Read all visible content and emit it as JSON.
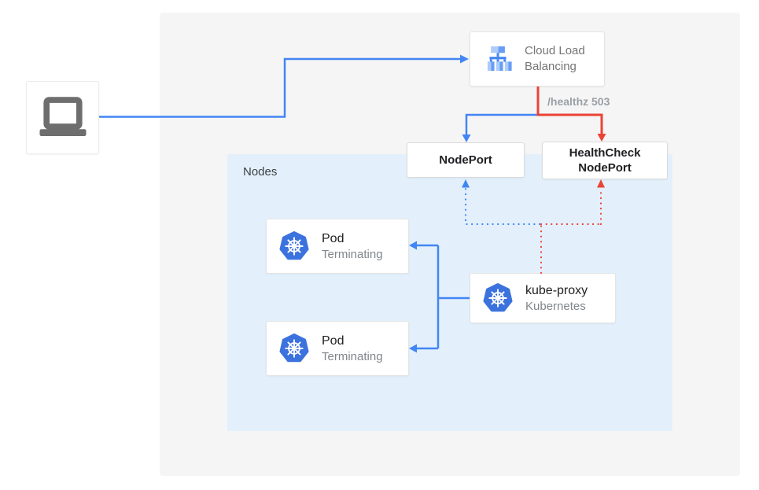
{
  "diagram": {
    "nodes_panel_label": "Nodes",
    "healthz_label": "/healthz 503",
    "cloud_load_balancing": {
      "label": "Cloud Load Balancing"
    },
    "nodeport": {
      "label": "NodePort"
    },
    "healthcheck_nodeport": {
      "label": "HealthCheck NodePort"
    },
    "pods": [
      {
        "title": "Pod",
        "status": "Terminating"
      },
      {
        "title": "Pod",
        "status": "Terminating"
      }
    ],
    "kube_proxy": {
      "title": "kube-proxy",
      "subtitle": "Kubernetes"
    }
  },
  "icons": {
    "client": "laptop-icon",
    "load_balancer": "cloud-load-balancing-icon",
    "kubernetes": "kubernetes-helm-icon"
  },
  "colors": {
    "edge_blue": "#4285f4",
    "edge_red": "#ea4335",
    "outer_panel_gray": "#f5f5f5",
    "nodes_panel_blue": "#e3f0fc",
    "icon_blue_light": "#aecbfa",
    "icon_blue_mid": "#669df6",
    "icon_blue_dark": "#4285f4",
    "kubernetes_blue": "#3b72de",
    "laptop_gray": "#6e6e6e"
  }
}
